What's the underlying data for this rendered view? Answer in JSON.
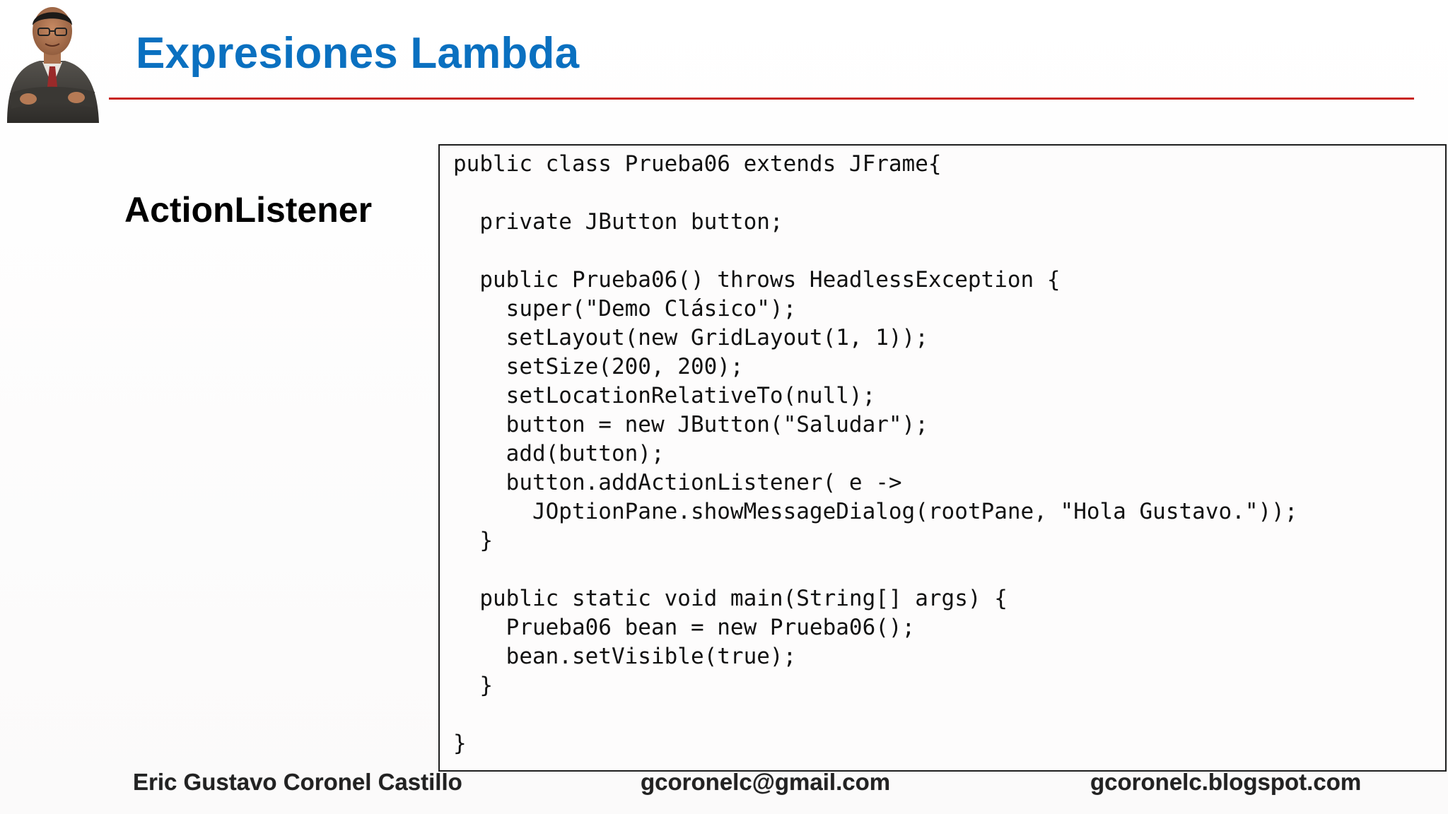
{
  "slide": {
    "title": "Expresiones Lambda",
    "subtitle": "ActionListener",
    "code_lines": [
      "public class Prueba06 extends JFrame{",
      "",
      "  private JButton button;",
      "",
      "  public Prueba06() throws HeadlessException {",
      "    super(\"Demo Clásico\");",
      "    setLayout(new GridLayout(1, 1));",
      "    setSize(200, 200);",
      "    setLocationRelativeTo(null);",
      "    button = new JButton(\"Saludar\");",
      "    add(button);",
      "    button.addActionListener( e ->",
      "      JOptionPane.showMessageDialog(rootPane, \"Hola Gustavo.\"));",
      "  }",
      "",
      "  public static void main(String[] args) {",
      "    Prueba06 bean = new Prueba06();",
      "    bean.setVisible(true);",
      "  }",
      "",
      "}"
    ],
    "colors": {
      "title": "#0a70c0",
      "rule": "#c8261f",
      "code_border": "#1e1e1e"
    },
    "icons": {
      "photo": "presenter-photo"
    }
  },
  "footer": {
    "author": "Eric Gustavo Coronel Castillo",
    "email": "gcoronelc@gmail.com",
    "blog": "gcoronelc.blogspot.com"
  }
}
